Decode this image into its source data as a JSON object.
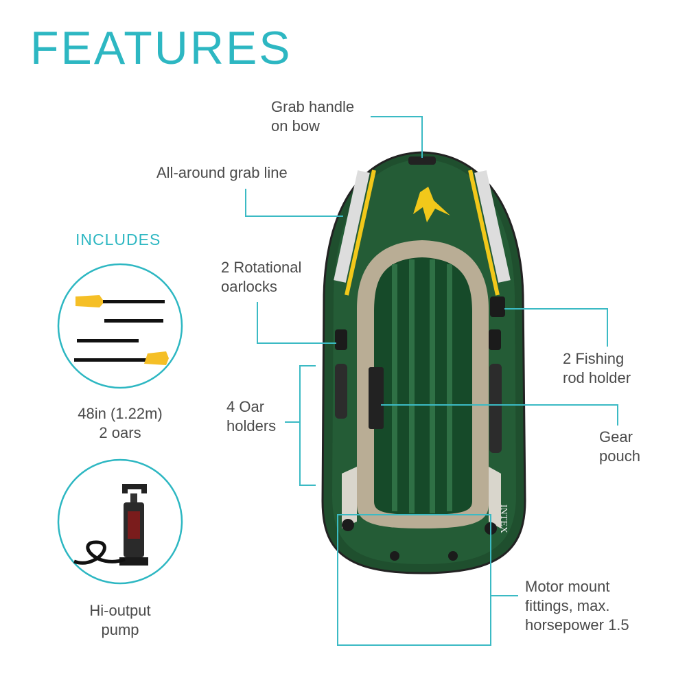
{
  "title": "FEATURES",
  "includes": {
    "heading": "INCLUDES",
    "oars": {
      "line1": "48in (1.22m)",
      "line2": "2 oars"
    },
    "pump": {
      "line1": "Hi-output",
      "line2": "pump"
    }
  },
  "callouts": {
    "grab_handle": {
      "line1": "Grab handle",
      "line2": "on bow"
    },
    "grab_line": {
      "line1": "All-around grab line"
    },
    "oarlocks": {
      "line1": "2 Rotational",
      "line2": "oarlocks"
    },
    "rod_holder": {
      "line1": "2 Fishing",
      "line2": "rod holder"
    },
    "oar_holders": {
      "line1": "4 Oar",
      "line2": "holders"
    },
    "gear_pouch": {
      "line1": "Gear",
      "line2": "pouch"
    },
    "motor_mount": {
      "line1": "Motor mount",
      "line2": "fittings, max.",
      "line3": "horsepower 1.5"
    }
  },
  "boat": {
    "logo_text": "INTEX"
  },
  "colors": {
    "accent": "#2db7c2",
    "boat_green": "#1f5a35",
    "stripe_yellow": "#f2c81a",
    "floor_tan": "#b9ad95"
  }
}
